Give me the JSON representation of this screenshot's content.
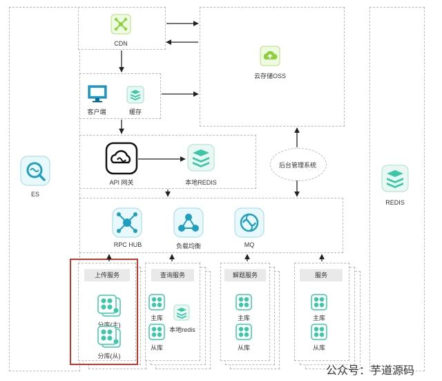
{
  "nodes": {
    "cdn": "CDN",
    "oss": "云存储OSS",
    "client": "客户端",
    "cache": "缓存",
    "api_gateway": "API 网关",
    "local_redis": "本地REDIS",
    "admin": "后台管理系统",
    "es": "ES",
    "redis": "REDIS",
    "rpc_hub": "RPC HUB",
    "load_balance": "负载均衡",
    "mq": "MQ"
  },
  "services": {
    "upload": {
      "title": "上传服务",
      "master": "分库(主)",
      "slave": "分库(从)"
    },
    "query": {
      "title": "查询服务",
      "master": "主库",
      "slave": "从库",
      "local": "本地redis"
    },
    "parse": {
      "title": "解题服务",
      "master": "主库",
      "slave": "从库"
    },
    "service": {
      "title": "服务",
      "master": "主库",
      "slave": "从库"
    }
  },
  "watermark": "公众号：芋道源码",
  "colors": {
    "accent": "#3cc8a8",
    "highlight": "#c0392b",
    "line": "#222222"
  }
}
